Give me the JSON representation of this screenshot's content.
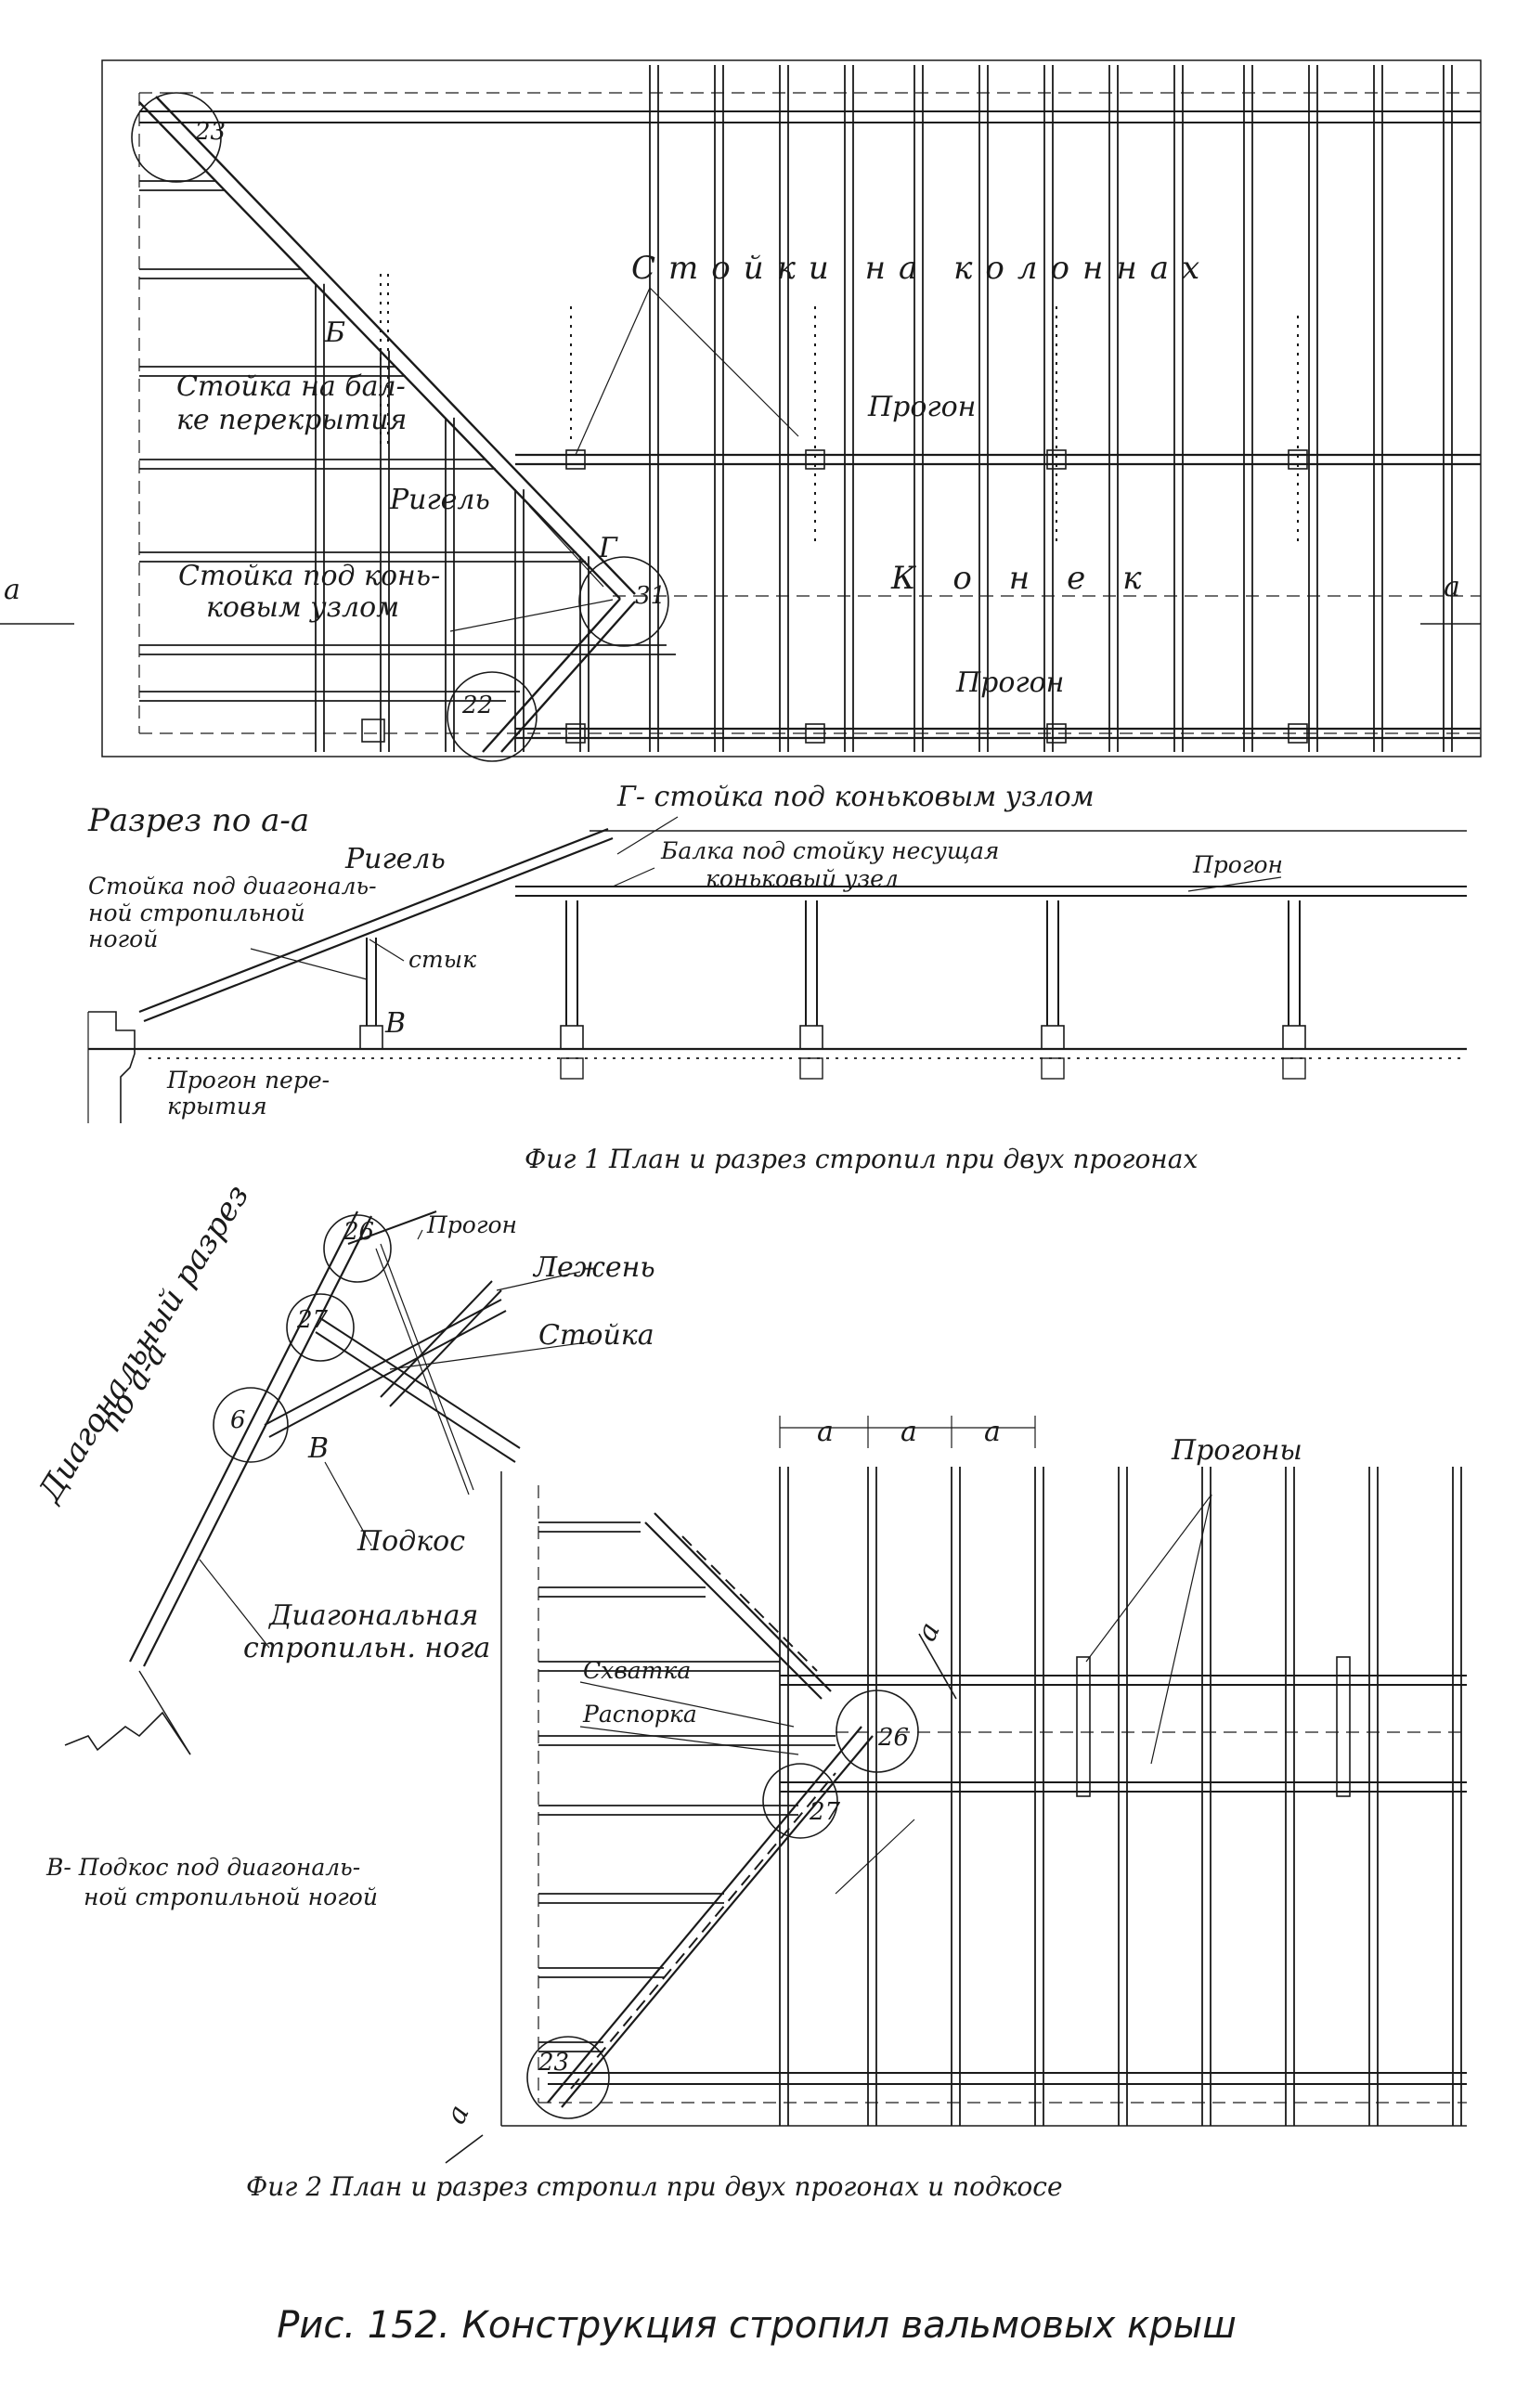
{
  "figure1": {
    "labels": {
      "columns_posts": "Стойки на колоннах",
      "purlin_top": "Прогон",
      "post_on_beam_1": "Стойка на бал-",
      "post_on_beam_2": "ке перекрытия",
      "crossbar": "Ригель",
      "post_ridge_1": "Стойка под конь-",
      "post_ridge_2": "ковым узлом",
      "ridge": "Конек",
      "purlin_bottom": "Прогон",
      "marker_b": "Б",
      "marker_g": "Г",
      "section_a_left": "а",
      "section_a_right": "а"
    },
    "nodes": {
      "n23": "23",
      "n31": "31",
      "n22": "22"
    },
    "section": {
      "title": "Разрез по а-а",
      "g_label": "Г- стойка под коньковым узлом",
      "crossbar": "Ригель",
      "beam_1": "Балка под стойку несущая",
      "beam_2": "коньковый узел",
      "purlin": "Прогон",
      "diag_post_1": "Стойка под диагональ-",
      "diag_post_2": "ной стропильной",
      "diag_post_3": "ногой",
      "joint": "стык",
      "marker_v": "В",
      "floor_purlin_1": "Прогон пере-",
      "floor_purlin_2": "крытия"
    },
    "caption": "Фиг 1 План и разрез стропил при двух прогонах"
  },
  "figure2": {
    "section": {
      "title_1": "Диагональный разрез",
      "title_2": "по а-а",
      "purlin": "Прогон",
      "sill": "Лежень",
      "post": "Стойка",
      "marker_v": "В",
      "strut": "Подкос",
      "diag_rafter_1": "Диагональная",
      "diag_rafter_2": "стропильн. нога"
    },
    "nodes": {
      "n26a": "26",
      "n27a": "27",
      "n6": "6",
      "n26b": "26",
      "n27b": "27",
      "n23b": "23"
    },
    "plan": {
      "dim_a1": "а",
      "dim_a2": "а",
      "dim_a3": "а",
      "purlins": "Прогоны",
      "tie": "Схватка",
      "brace": "Распорка",
      "section_a_top": "а",
      "section_a_bottom": "а",
      "strut_1": "В- Подкос под диагональ-",
      "strut_2": "ной стропильной ногой"
    },
    "caption": "Фиг 2 План и разрез стропил при двух прогонах и подкосе"
  },
  "figure_title": "Рис. 152. Конструкция стропил вальмовых крыш"
}
